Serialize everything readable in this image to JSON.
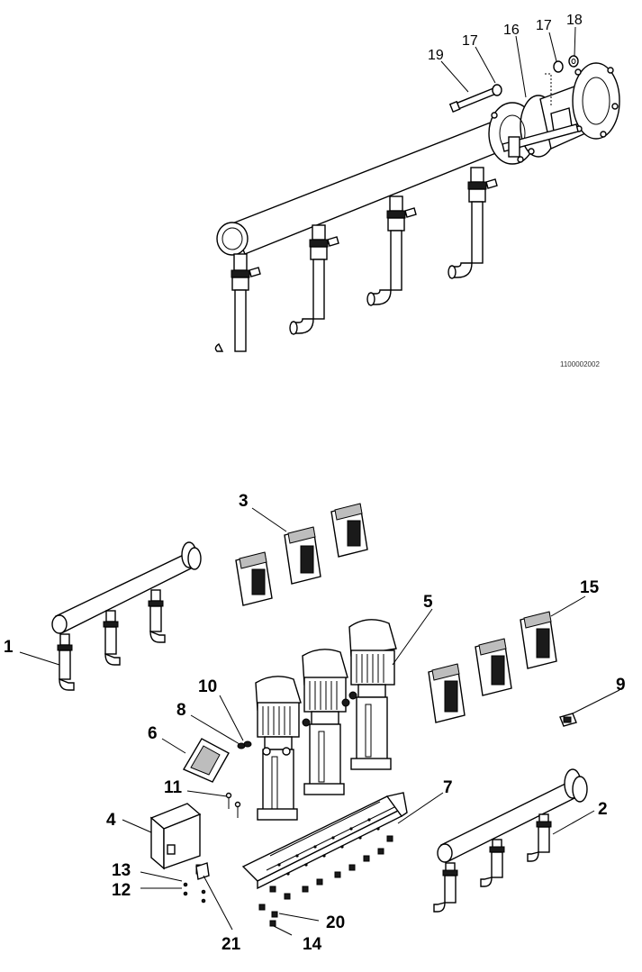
{
  "figure_top": {
    "labels": {
      "p16": "16",
      "p17a": "17",
      "p17b": "17",
      "p18": "18",
      "p19": "19"
    },
    "drawing_code": "1100002002"
  },
  "figure_bottom": {
    "labels": {
      "p1": "1",
      "p2": "2",
      "p3": "3",
      "p4": "4",
      "p5": "5",
      "p6": "6",
      "p7": "7",
      "p8": "8",
      "p9": "9",
      "p10": "10",
      "p11": "11",
      "p12": "12",
      "p13": "13",
      "p14": "14",
      "p15": "15",
      "p20": "20",
      "p21": "21"
    }
  }
}
